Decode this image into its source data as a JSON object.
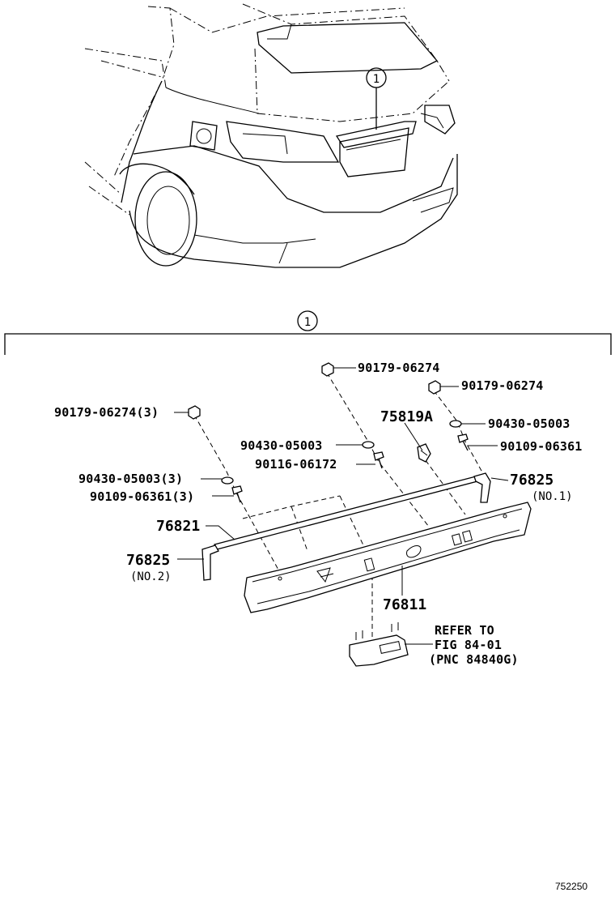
{
  "callout": {
    "number": "1"
  },
  "labels": {
    "p_90179_top": "90179-06274",
    "p_90179_right": "90179-06274",
    "p_90179_left": "90179-06274(3)",
    "p_75819A": "75819A",
    "p_90430_right": "90430-05003",
    "p_90430_mid": "90430-05003",
    "p_90109_right": "90109-06361",
    "p_90116": "90116-06172",
    "p_90430_left": "90430-05003(3)",
    "p_90109_left": "90109-06361(3)",
    "p_76825_no1": "76825",
    "p_76825_no1_note": "(NO.1)",
    "p_76821": "76821",
    "p_76825_no2": "76825",
    "p_76825_no2_note": "(NO.2)",
    "p_76811": "76811",
    "refer_line1": "REFER TO",
    "refer_line2": "FIG 84-01",
    "refer_line3": "(PNC 84840G)"
  },
  "figure_code": "752250"
}
